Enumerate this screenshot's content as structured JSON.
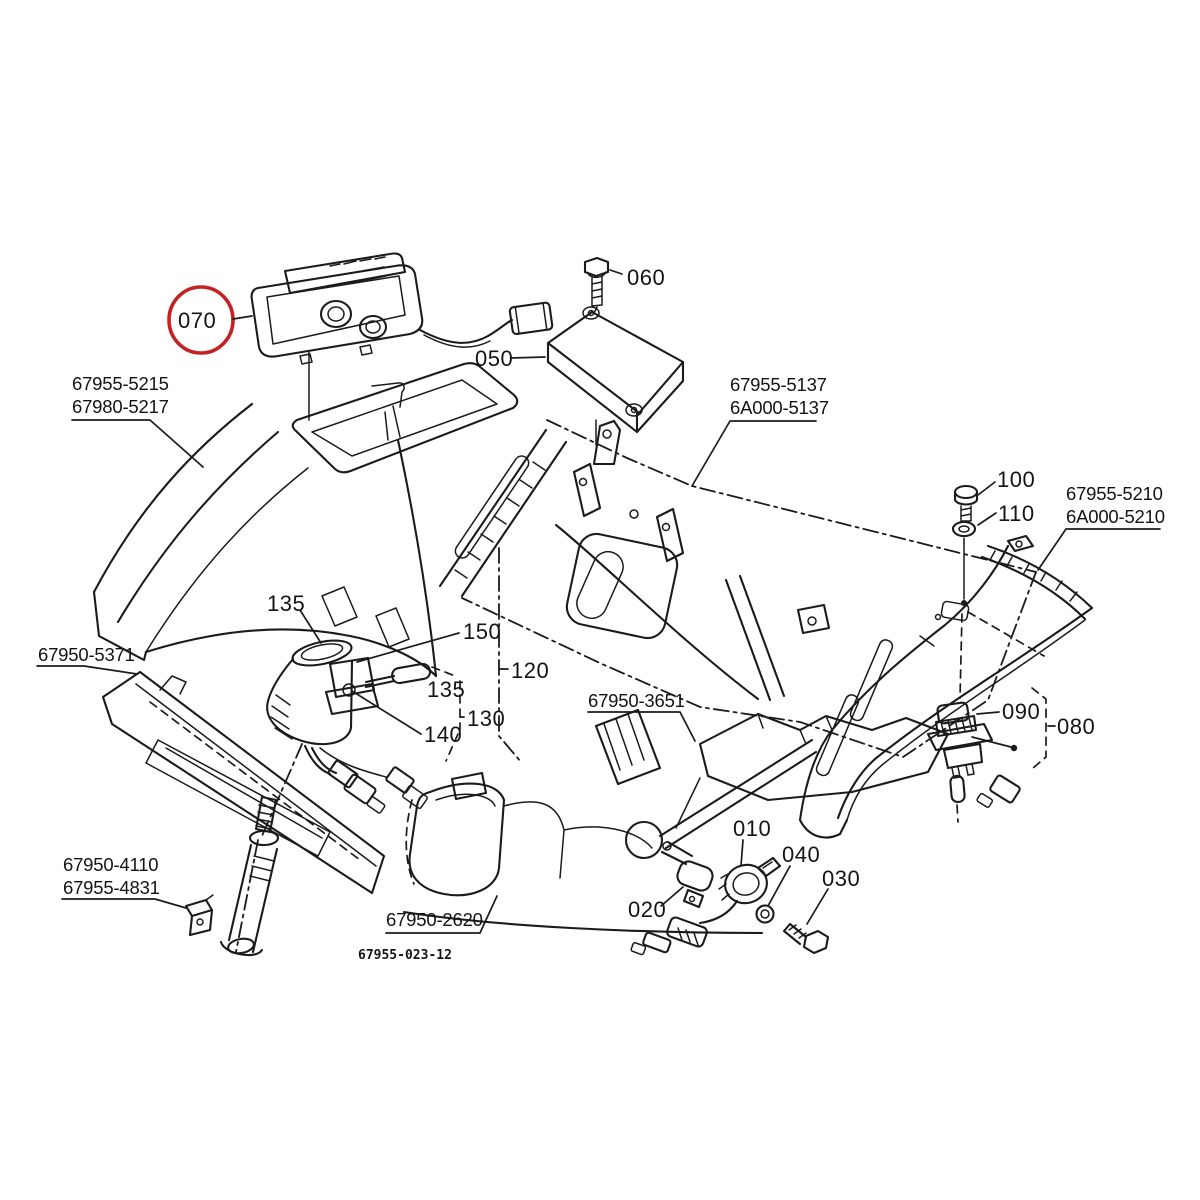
{
  "diagram": {
    "drawing_number": "67955-023-12",
    "highlight": {
      "color": "#c42222",
      "callout": "070"
    },
    "callouts": {
      "070": "070",
      "060": "060",
      "050": "050",
      "100": "100",
      "110": "110",
      "135a": "135",
      "150": "150",
      "120": "120",
      "135b": "135",
      "130": "130",
      "140": "140",
      "090": "090",
      "080": "080",
      "010": "010",
      "020": "020",
      "030": "030",
      "040": "040"
    },
    "part_numbers": {
      "left_fender": [
        "67955-5215",
        "67980-5217"
      ],
      "support_panel": [
        "67955-5137",
        "6A000-5137"
      ],
      "right_fender": [
        "67955-5210",
        "6A000-5210"
      ],
      "lower_dash_panel": [
        "67950-5371"
      ],
      "support_bracket": [
        "67950-3651"
      ],
      "steering_column_clamp": [
        "67950-4110",
        "67955-4831"
      ],
      "lower_console": [
        "67950-2620"
      ]
    }
  }
}
